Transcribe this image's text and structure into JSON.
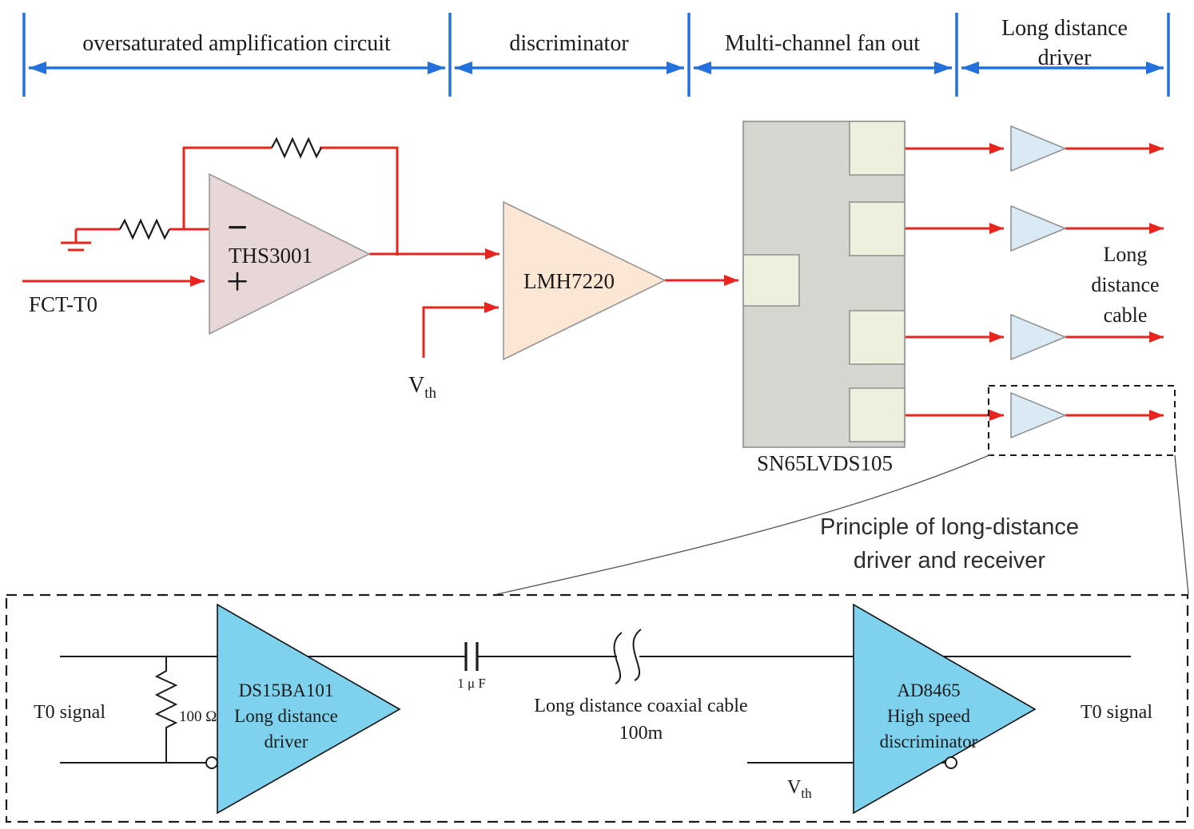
{
  "sections": {
    "amp": "oversaturated amplification circuit",
    "disc": "discriminator",
    "fanout": "Multi-channel fan out",
    "driver1": "Long distance",
    "driver2": "driver"
  },
  "main": {
    "input_label": "FCT-T0",
    "opamp_minus": "−",
    "opamp_plus": "+",
    "opamp_chip": "THS3001",
    "comparator_chip": "LMH7220",
    "vth_v": "V",
    "vth_sub": "th",
    "fanout_chip": "SN65LVDS105",
    "cable1": "Long",
    "cable2": "distance",
    "cable3": "cable"
  },
  "callout": {
    "title1": "Principle of long-distance",
    "title2": "driver and receiver"
  },
  "inset": {
    "t0_left": "T0 signal",
    "t0_right": "T0 signal",
    "resistor_value": "100 Ω",
    "cap_value": "1 μ F",
    "cable_label1": "Long distance coaxial cable",
    "cable_label2": "100m",
    "driver1": "DS15BA101",
    "driver2": "Long distance",
    "driver3": "driver",
    "receiver1": "AD8465",
    "receiver2": "High speed",
    "receiver3": "discriminator",
    "vth_v": "V",
    "vth_sub": "th"
  },
  "colors": {
    "dimension_blue": "#2471dd",
    "wire_red": "#e8241e",
    "amp_fill": "#e7d7d6",
    "comparator_fill": "#fce6d4",
    "fanout_fill": "#d6d6d0",
    "port_fill": "#ecf0dd",
    "driver_small_fill": "#d9eaf5",
    "inset_triangle_fill": "#7ed2ee"
  }
}
